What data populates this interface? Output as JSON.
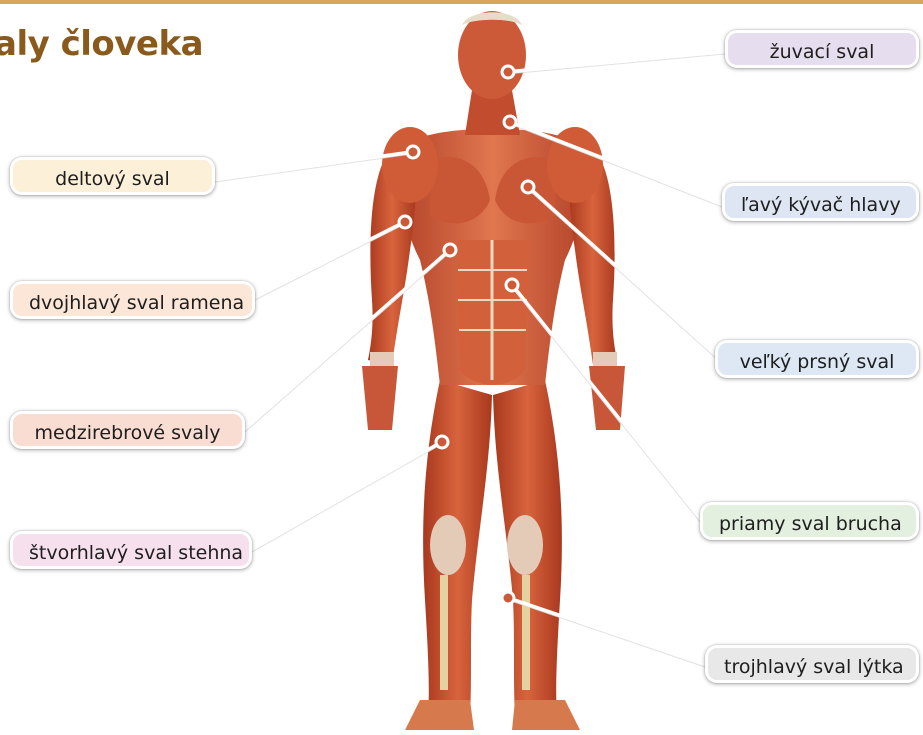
{
  "title": "aly človeka",
  "figure_alt": "anatomy-muscle-figure",
  "labels": {
    "zuvaci": {
      "text": "žuvací sval",
      "color": "#e6ddee"
    },
    "kyvac": {
      "text": "ľavý kývač hlavy",
      "color": "#dde6f2"
    },
    "prsny": {
      "text": "veľký prsný sval",
      "color": "#dde8f4"
    },
    "brucho": {
      "text": "priamy sval brucha",
      "color": "#e3efdf"
    },
    "lytko": {
      "text": "trojhlavý sval lýtka",
      "color": "#e8e8e8"
    },
    "deltovy": {
      "text": "deltový sval",
      "color": "#fdf0d9"
    },
    "dvojhlavy": {
      "text": "dvojhlavý sval ramena",
      "color": "#fbe6d7"
    },
    "medzirebrove": {
      "text": "medzirebrové svaly",
      "color": "#f9ddd2"
    },
    "stvorhlavy": {
      "text": "štvorhlavý sval stehna",
      "color": "#f7e0ee"
    }
  }
}
